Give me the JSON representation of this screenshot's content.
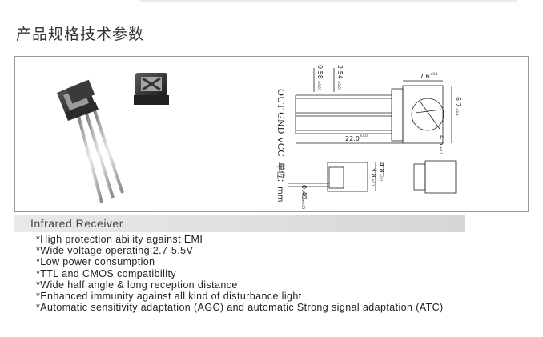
{
  "title": "产品规格技术参数",
  "section": {
    "heading": "Infrared Receiver"
  },
  "features": [
    "*High protection ability against EMI",
    "*Wide voltage operating:2.7-5.5V",
    "*Low power consumption",
    "*TTL and CMOS compatibility",
    "*Wide half angle & long reception distance",
    "*Enhanced immunity against all kind of disturbance light",
    "*Automatic sensitivity adaptation (AGC) and automatic Strong signal adaptation (ATC)"
  ],
  "drawing": {
    "pin_labels": "OUT GND VCC",
    "unit_label": "单位：mm",
    "dim_058": "0.58",
    "dim_058_tol": "±0.05",
    "dim_254": "2.54",
    "dim_254_tol": "±0.05",
    "dim_220": "22.0",
    "dim_220_tol": "±1.0",
    "dim_76": "7.6",
    "dim_76_tol": "±0.1",
    "dim_67": "6.7",
    "dim_67_tol": "±0.1",
    "dim_45": "4.5",
    "dim_45_tol": "±0.1",
    "dim_48": "4.8",
    "dim_48_tol": "±0.1",
    "dim_38": "3.8",
    "dim_38_tol": "±0.1",
    "dim_040": "0.40",
    "dim_040_tol": "±0.05"
  }
}
